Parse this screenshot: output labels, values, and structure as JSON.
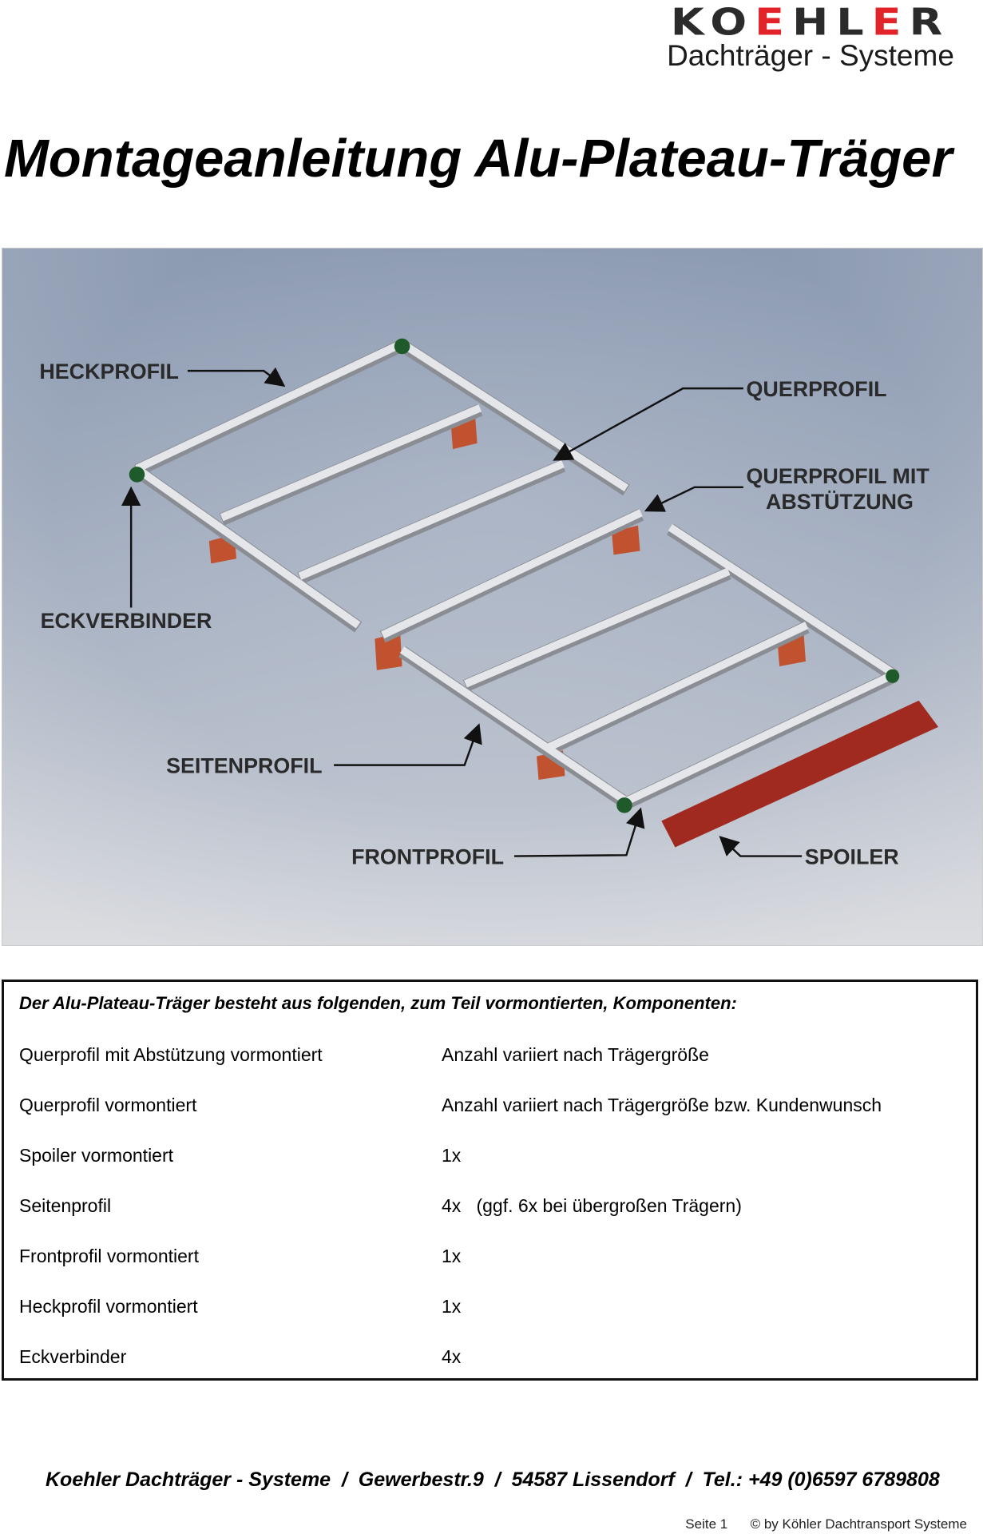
{
  "logo": {
    "brand": "KOEHLER",
    "subtitle": "Dachträger - Systeme"
  },
  "title": "Montageanleitung Alu-Plateau-Träger",
  "figure": {
    "labels": {
      "heckprofil": "HECKPROFIL",
      "querprofil": "QUERPROFIL",
      "querprofil_mit_1": "QUERPROFIL MIT",
      "querprofil_mit_2": "ABSTÜTZUNG",
      "eckverbinder": "ECKVERBINDER",
      "seitenprofil": "SEITENPROFIL",
      "frontprofil": "FRONTPROFIL",
      "spoiler": "SPOILER"
    },
    "colors": {
      "rail": "#d9dbe0",
      "spoiler": "#a02a20",
      "connector": "#1f5a2a",
      "foot": "#c0522f"
    }
  },
  "parts": {
    "heading": "Der Alu-Plateau-Träger besteht aus folgenden, zum Teil vormontierten, Komponenten:",
    "rows": [
      {
        "name": "Querprofil mit Abstützung vormontiert",
        "qty": "Anzahl variiert nach Trägergröße"
      },
      {
        "name": "Querprofil vormontiert",
        "qty": "Anzahl variiert nach Trägergröße bzw. Kundenwunsch"
      },
      {
        "name": "Spoiler vormontiert",
        "qty": "1x"
      },
      {
        "name": "Seitenprofil",
        "qty": "4x   (ggf. 6x bei übergroßen Trägern)"
      },
      {
        "name": "Frontprofil vormontiert",
        "qty": "1x"
      },
      {
        "name": "Heckprofil vormontiert",
        "qty": "1x"
      },
      {
        "name": "Eckverbinder",
        "qty": "4x"
      }
    ]
  },
  "footer": {
    "address": "Koehler Dachträger - Systeme  /  Gewerbestr.9  /  54587 Lissendorf  /  Tel.: +49 (0)6597 6789808",
    "page": "Seite 1",
    "copyright": "© by Köhler Dachtransport Systeme"
  }
}
